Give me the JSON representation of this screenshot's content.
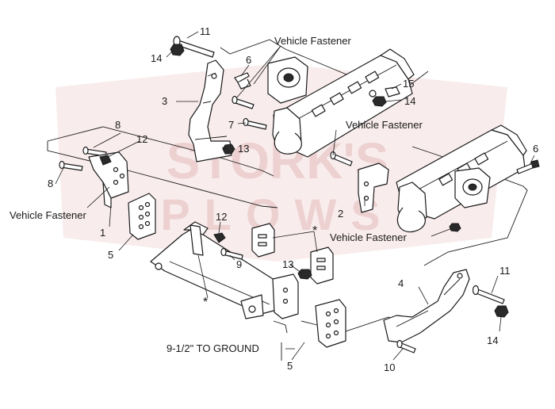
{
  "watermark": {
    "line1": "STORK'S",
    "line2": "PLOWS",
    "color": "#c0392b"
  },
  "labels": {
    "vehicle_fastener": "Vehicle Fastener",
    "to_ground": "9-1/2\"  TO GROUND",
    "asterisk": "*"
  },
  "part_numbers": {
    "p1": "1",
    "p2": "2",
    "p3": "3",
    "p4": "4",
    "p5": "5",
    "p6": "6",
    "p7": "7",
    "p8": "8",
    "p9": "9",
    "p10": "10",
    "p11": "11",
    "p12": "12",
    "p13": "13",
    "p14": "14",
    "p15": "15"
  }
}
